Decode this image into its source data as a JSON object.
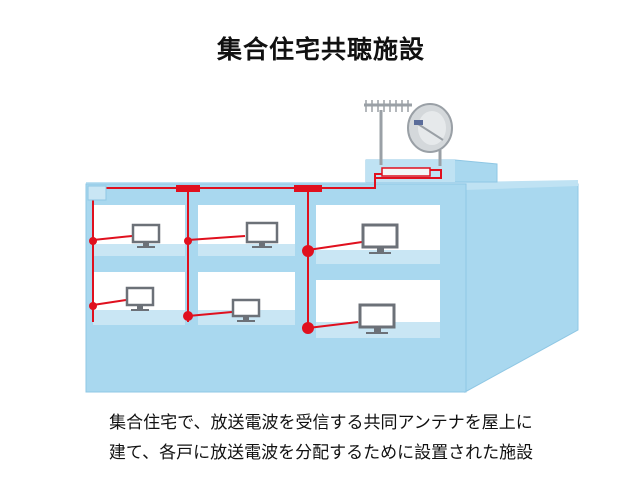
{
  "title": "集合住宅共聴施設",
  "caption": {
    "line1": "集合住宅で、放送電波を受信する共同アンテナを屋上に",
    "line2": "建て、各戸に放送電波を分配するために設置された施設"
  },
  "colors": {
    "building_fill": "#a9d8ef",
    "building_edge": "#8fc7e4",
    "floor_fill": "#c9e6f4",
    "room_fill": "#ffffff",
    "cable": "#e0101e",
    "tv": "#7a7f86",
    "antenna": "#9aa0a6"
  },
  "icons": [
    "uhf-antenna-icon",
    "satellite-dish-icon",
    "tv-icon",
    "splitter-icon",
    "tap-off-icon"
  ]
}
